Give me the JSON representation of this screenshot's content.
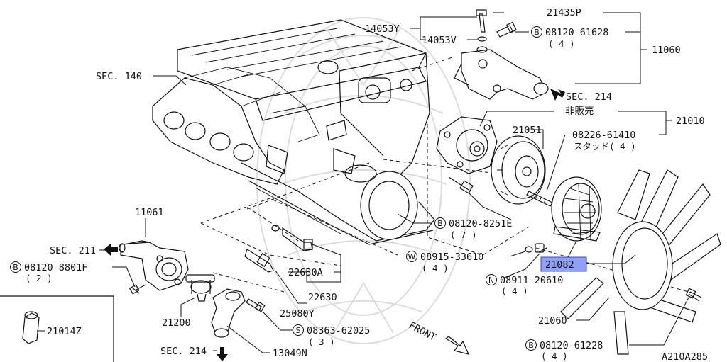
{
  "labels": {
    "sec_140": "SEC. 140",
    "p14053y": "14053Y",
    "p14053v": "14053V",
    "p21435p": "21435P",
    "b08120_61628": "08120-61628",
    "b08120_61628_qty": "( 4 )",
    "p11060": "11060",
    "sec_214_top": "SEC. 214",
    "hihanbai": "非販売",
    "p21010": "21010",
    "p21051": "21051",
    "p08226_61410": "08226-61410",
    "stud": "スタッド( 4 )",
    "p11061": "11061",
    "sec_211": "SEC. 211",
    "b08120_8801f": "08120-8801F",
    "b08120_8801f_qty": "( 2 )",
    "b08120_8251e": "08120-8251E",
    "b08120_8251e_qty": "( 7 )",
    "w08915_33610": "08915-33610",
    "w08915_33610_qty": "( 4 )",
    "p21082": "21082",
    "n08911_20610": "08911-20610",
    "n08911_20610_qty": "( 4 )",
    "p22630a": "22630A",
    "p22630": "22630",
    "p25080y": "25080Y",
    "p21200": "21200",
    "s08363_62025": "08363-62025",
    "s08363_62025_qty": "( 3 )",
    "p21014z": "21014Z",
    "front": "FRONT",
    "sec_214_bottom": "SEC. 214",
    "p13049n": "13049N",
    "p21060": "21060",
    "b08120_61228": "08120-61228",
    "b08120_61228_qty": "( 4 )",
    "diagram_code": "A210A285"
  },
  "markers": {
    "B": "B",
    "W": "W",
    "N": "N",
    "S": "S"
  },
  "highlight_color": "#8fa0f5"
}
